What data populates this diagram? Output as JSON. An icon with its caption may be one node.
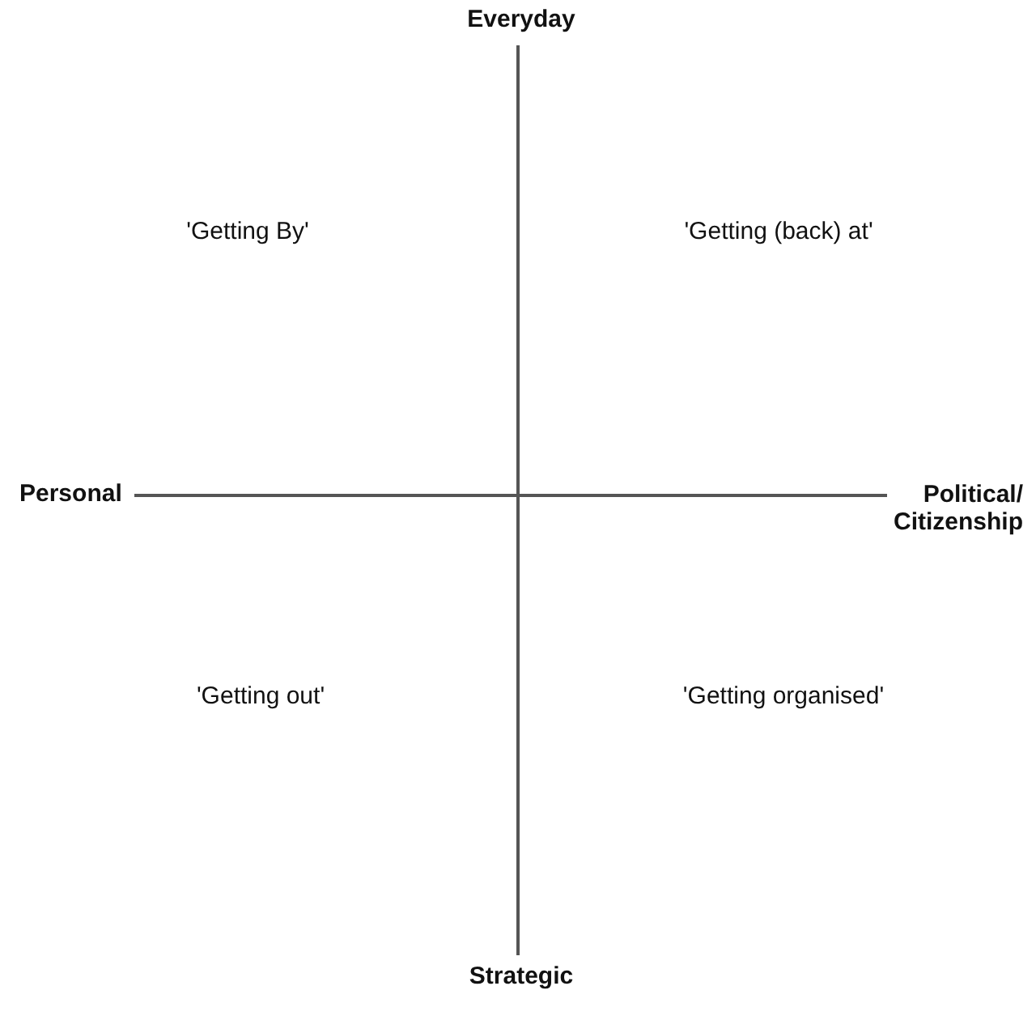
{
  "diagram": {
    "labels": [
      "Everyday",
      "'Getting By'",
      "'Getting (back) at'",
      "Personal",
      "Political/ Citizenship",
      "'Getting out'",
      "'Getting organised'",
      "Strategic"
    ]
  }
}
